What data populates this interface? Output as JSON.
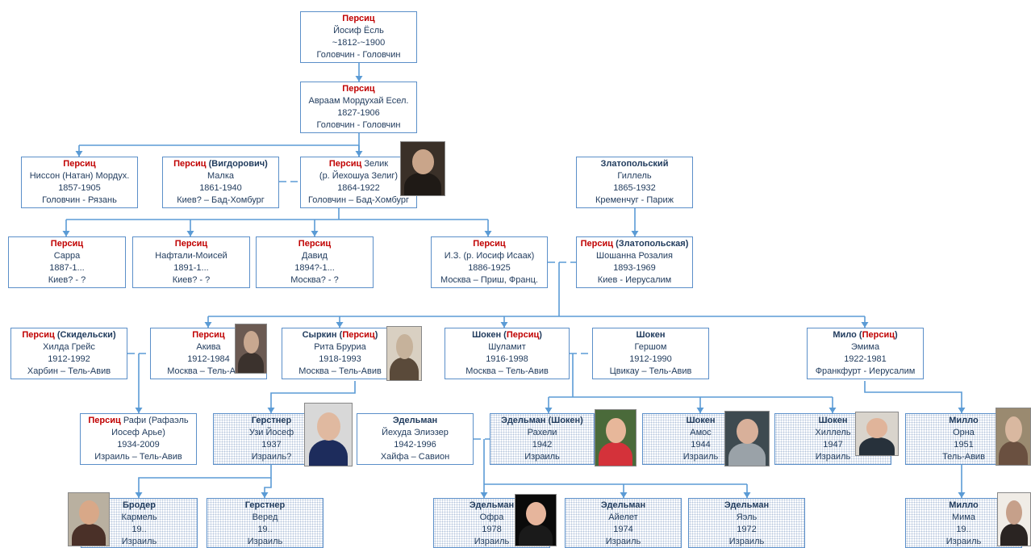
{
  "colors": {
    "name_red": "#c00000",
    "text": "#1f3a5c",
    "box_border": "#5b8fc9",
    "connector": "#5b9bd5"
  },
  "people": [
    {
      "id": "yosif",
      "surname": "Персиц",
      "given": "Йосиф Ёсль",
      "years": "~1812-~1900",
      "places": "Головчин - Головчин"
    },
    {
      "id": "avraam",
      "surname": "Персиц",
      "given": "Авраам Мордухай Есел.",
      "years": "1827-1906",
      "places": "Головчин - Головчин"
    },
    {
      "id": "nisson",
      "surname": "Персиц",
      "given": "Ниссон (Натан) Мордух.",
      "years": "1857-1905",
      "places": "Головчин - Рязань"
    },
    {
      "id": "malka",
      "surname": "Персиц",
      "suffix": "(Вигдорович)",
      "given": "Малка",
      "years": "1861-1940",
      "places": "Киев? – Бад-Хомбург"
    },
    {
      "id": "zelik",
      "surname": "Персиц",
      "suffix": "Зелик",
      "given": "(р. Йехошуа Зелиг)",
      "years": "1864-1922",
      "places": "Головчин – Бад-Хомбург",
      "photo": "portrait-zelik"
    },
    {
      "id": "gillel",
      "surname": "Златопольский",
      "given": "Гиллель",
      "years": "1865-1932",
      "places": "Кременчуг - Париж"
    },
    {
      "id": "sarra",
      "surname": "Персиц",
      "given": "Сарра",
      "years": "1887-1...",
      "places": "Киев? - ?"
    },
    {
      "id": "naftali",
      "surname": "Персиц",
      "given": "Нафтали-Моисей",
      "years": "1891-1...",
      "places": "Киев? - ?"
    },
    {
      "id": "david",
      "surname": "Персиц",
      "given": "Давид",
      "years": "1894?-1...",
      "places": "Москва? - ?"
    },
    {
      "id": "iz",
      "surname": "Персиц",
      "given": "И.З. (р. Иосиф Исаак)",
      "years": "1886-1925",
      "places": "Москва – Приш, Франц."
    },
    {
      "id": "shoshanna",
      "surname": "Персиц",
      "suffix": "(Златопольская)",
      "given": "Шошанна Розалия",
      "years": "1893-1969",
      "places": "Киев - Иерусалим"
    },
    {
      "id": "hilda",
      "surname": "Персиц",
      "suffix": "(Скидельски)",
      "given": "Хилда Грейс",
      "years": "1912-1992",
      "places": "Харбин – Тель-Авив"
    },
    {
      "id": "akiva",
      "surname": "Персиц",
      "given": "Акива",
      "years": "1912-1984",
      "places": "Москва – Тель-Авив",
      "photo": "portrait-akiva"
    },
    {
      "id": "rita",
      "prefix": "Сыркин (",
      "surname": "Персиц",
      "suffix": ")",
      "given": "Рита Бруриа",
      "years": "1918-1993",
      "places": "Москва – Тель-Авив",
      "photo": "portrait-rita"
    },
    {
      "id": "shulamit",
      "prefix": "Шокен (",
      "surname": "Персиц",
      "suffix": ")",
      "given": "Шуламит",
      "years": "1916-1998",
      "places": "Москва – Тель-Авив"
    },
    {
      "id": "gershom",
      "surname": "Шокен",
      "given": "Гершом",
      "years": "1912-1990",
      "places": "Цвикау – Тель-Авив"
    },
    {
      "id": "emima",
      "prefix": "Мило (",
      "surname": "Персиц",
      "suffix": ")",
      "given": "Эмима",
      "years": "1922-1981",
      "places": "Франкфурт - Иерусалим"
    },
    {
      "id": "rafi",
      "surname": "Персиц",
      "suffix": "Рафи (Рафаэль",
      "given": "Иосеф Арье)",
      "years": "1934-2009",
      "places": "Израиль – Тель-Авив"
    },
    {
      "id": "uzi",
      "surname": "Герстнер",
      "given": "Узи Йосеф",
      "years": "1937",
      "places": "Израиль?",
      "photo": "portrait-uzi"
    },
    {
      "id": "yehuda",
      "surname": "Эдельман",
      "given": "Йехуда Элиэзер",
      "years": "1942-1996",
      "places": "Хайфа – Савион"
    },
    {
      "id": "raheli",
      "surname": "Эдельман (Шокен)",
      "given": "Рахели",
      "years": "1942",
      "places": "Израиль",
      "photo": "portrait-raheli"
    },
    {
      "id": "amos",
      "surname": "Шокен",
      "given": "Амос",
      "years": "1944",
      "places": "Израиль",
      "photo": "portrait-amos"
    },
    {
      "id": "hillel",
      "surname": "Шокен",
      "given": "Хиллель",
      "years": "1947",
      "places": "Израиль",
      "photo": "portrait-hillel"
    },
    {
      "id": "orna",
      "surname": "Милло",
      "given": "Орна",
      "years": "1951",
      "places": "Тель-Авив",
      "photo": "portrait-orna"
    },
    {
      "id": "karmel",
      "surname": "Бродер",
      "given": "Кармель",
      "years": "19..",
      "places": "Израиль",
      "photo": "portrait-karmel"
    },
    {
      "id": "vered",
      "surname": "Герстнер",
      "given": "Веред",
      "years": "19..",
      "places": "Израиль"
    },
    {
      "id": "ofra",
      "surname": "Эдельман",
      "given": "Офра",
      "years": "1978",
      "places": "Израиль",
      "photo": "portrait-ofra"
    },
    {
      "id": "ayelet",
      "surname": "Эдельман",
      "given": "Айелет",
      "years": "1974",
      "places": "Израиль"
    },
    {
      "id": "yael",
      "surname": "Эдельман",
      "given": "Яэль",
      "years": "1972",
      "places": "Израиль"
    },
    {
      "id": "mima",
      "surname": "Милло",
      "given": "Мима",
      "years": "19..",
      "places": "Израиль",
      "photo": "portrait-mima"
    }
  ]
}
